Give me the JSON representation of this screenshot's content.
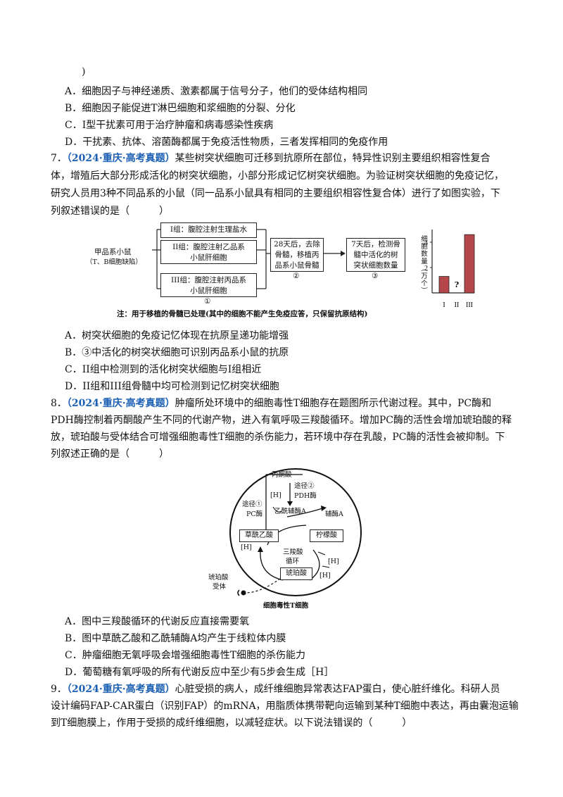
{
  "q6_tail": ")",
  "q6_options": [
    "A．细胞因子与神经递质、激素都属于信号分子，他们的受体结构相同",
    "B．细胞因子能促进T淋巴细胞和浆细胞的分裂、分化",
    "C．I型干扰素可用于治疗肿瘤和病毒感染性疾病",
    "D．干扰素、抗体、溶菌酶都属于免疫活性物质，三者发挥相同的免疫作用"
  ],
  "q7": {
    "number": "7．",
    "tag": "（2024·重庆·高考真题）",
    "stem_line1": "某些树突状细胞可迁移到抗原所在部位，特异性识别主要组织相容性复合",
    "stem_line2": "体，增殖后大部分形成活化的树突状细胞，小部分形成记忆树突状细胞。为验证树突状细胞的免疫记忆，",
    "stem_line3": "研究人员用3种不同品系的小鼠（同一品系小鼠具有相同的主要组织相容性复合体）进行了如图实验，下",
    "stem_line4": "列叙述错误的是（　　　）",
    "figure": {
      "mouse_label_1": "甲品系小鼠",
      "mouse_label_2": "（T、B细胞缺陷）",
      "group1": "I组：腹腔注射生理盐水",
      "group2_1": "II组：腹腔注射乙品系",
      "group2_2": "小鼠肝细胞",
      "group3_1": "III组：腹腔注射丙品系",
      "group3_2": "小鼠肝细胞",
      "step1_num": "①",
      "step2_1": "28天后，去除",
      "step2_2": "骨髓，移植丙",
      "step2_3": "品系小鼠骨髓",
      "step2_num": "②",
      "step3_1": "7天后，检测骨",
      "step3_2": "髓中活化的树",
      "step3_3": "突状细胞数量",
      "step3_num": "③",
      "note": "注：用于移植的骨髓已处理(其中的细胞不能产生免疫应答，只保留抗原结构)"
    },
    "options": [
      "A．树突状细胞的免疫记忆体现在抗原呈递功能增强",
      "B．③中活化的树突状细胞可识别丙品系小鼠的抗原",
      "C．II组中检测到的活化树突状细胞与I组相近",
      "D．II组和III组骨髓中均可检测到记忆树突状细胞"
    ]
  },
  "chart_data": {
    "type": "bar",
    "categories": [
      "I",
      "II",
      "III"
    ],
    "values": [
      1.3,
      null,
      4.6
    ],
    "annotations": [
      "",
      "?",
      ""
    ],
    "ylabel": "细胞数量（万个）",
    "yticks": [
      2,
      4
    ],
    "ylim": [
      0,
      5
    ],
    "bar_color": "#b5474b"
  },
  "q8": {
    "number": "8．",
    "tag": "（2024·重庆·高考真题）",
    "stem_line1": "肿瘤所处环境中的细胞毒性T细胞存在题图所示代谢过程。其中，PC酶和",
    "stem_line2": "PDH酶控制着丙酮酸产生不同的代谢产物，进入有氧呼吸三羧酸循环。增加PC酶的活性会增加琥珀酸的释",
    "stem_line3": "放，琥珀酸与受体结合可增强细胞毒性T细胞的杀伤能力，若环境中存在乳酸，PC酶的活性会被抑制。下",
    "stem_line4": "列叙述正确的是（　　　）",
    "figure": {
      "pyruvate": "丙酮酸",
      "path2": "途径②",
      "pdh": "PDH酶",
      "h1": "[H]",
      "path1": "途径①",
      "pc": "PC酶",
      "acetylcoa": "乙酰辅酶A",
      "coa": "辅酶A",
      "oxaloacetate": "草酰乙酸",
      "citrate": "柠檬酸",
      "h2": "[H]",
      "tca1": "三羧酸",
      "tca2": "循环",
      "h3": "[H]",
      "h4": "[H]",
      "succinate": "琥珀酸",
      "receptor1": "琥珀酸",
      "receptor2": "受体",
      "cell": "细胞毒性T细胞"
    },
    "options": [
      "A．图中三羧酸循环的代谢反应直接需要氧",
      "B．图中草酰乙酸和乙酰辅酶A均产生于线粒体内膜",
      "C．肿瘤细胞无氧呼吸会增强细胞毒性T细胞的杀伤能力",
      "D．葡萄糖有氧呼吸的所有代谢反应中至少有5步会生成［H］"
    ]
  },
  "q9": {
    "number": "9．",
    "tag": "（2024·重庆·高考真题）",
    "stem_line1": "心脏受损的病人，成纤维细胞异常表达FAP蛋白，使心脏纤维化。科研人员",
    "stem_line2": "设计编码FAP-CAR蛋白（识别FAP）的mRNA，用脂质体携带靶向运输到某种T细胞中表达，再由囊泡运输",
    "stem_line3": "到T细胞膜上，作用于受损的成纤维细胞，以减轻症状。以下说法错误的（　　　）"
  }
}
